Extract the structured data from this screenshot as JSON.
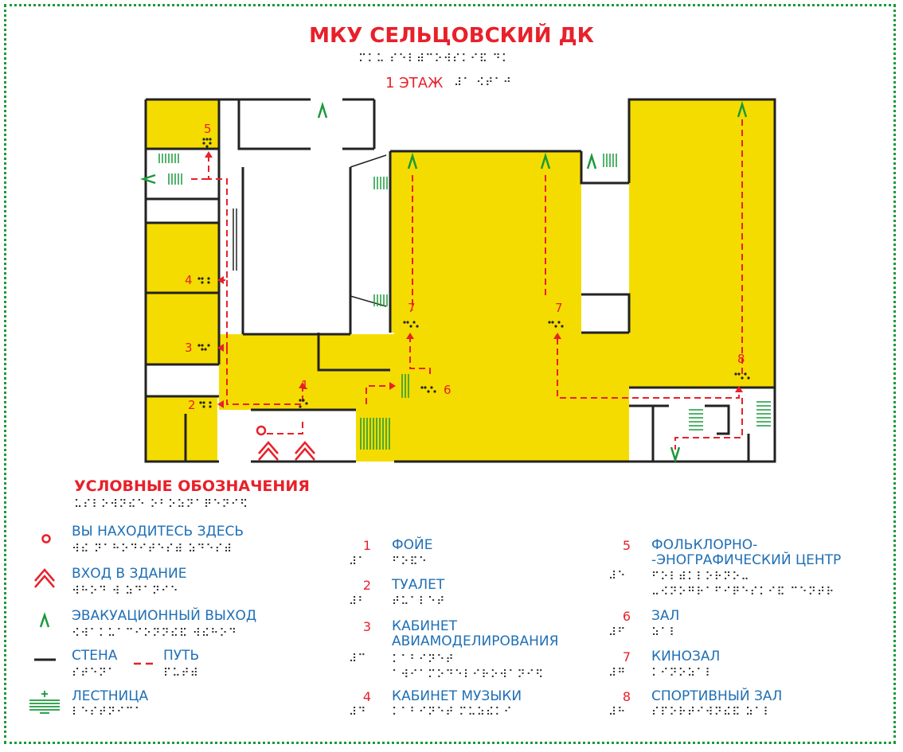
{
  "header": {
    "title": "МКУ СЕЛЬЦОВСКИЙ ДК",
    "title_braille": "⠍⠅⠥ ⠎⠑⠇⠾⠉⠕⠺⠎⠅⠊⠯ ⠙⠅",
    "floor": "1 ЭТАЖ",
    "floor_braille": "⠼⠁ ⠪⠞⠁⠚"
  },
  "plan": {
    "room_numbers": [
      {
        "id": "5",
        "label": "5"
      },
      {
        "id": "4",
        "label": "4"
      },
      {
        "id": "3",
        "label": "3"
      },
      {
        "id": "2",
        "label": "2"
      },
      {
        "id": "1",
        "label": "1"
      },
      {
        "id": "6",
        "label": "6"
      },
      {
        "id": "7a",
        "label": "7"
      },
      {
        "id": "7b",
        "label": "7"
      },
      {
        "id": "8",
        "label": "8"
      }
    ],
    "colors": {
      "room_fill": "#f5dc00",
      "wall": "#222222",
      "path": "#e8202a",
      "exit": "#1a9a3a",
      "stairs": "#1a9a3a",
      "you_are_here": "#e8202a"
    }
  },
  "legend": {
    "title": "УСЛОВНЫЕ ОБОЗНАЧЕНИЯ",
    "title_braille": "⠥⠎⠇⠕⠺⠝⠮⠑ ⠕⠃⠕⠵⠝⠁⠟⠑⠝⠊⠫",
    "symbols": [
      {
        "icon": "you-are-here-icon",
        "label": "ВЫ НАХОДИТЕСЬ ЗДЕСЬ",
        "braille": "⠺⠮ ⠝⠁⠓⠕⠙⠊⠞⠑⠎⠾ ⠵⠙⠑⠎⠾"
      },
      {
        "icon": "entrance-icon",
        "label": "ВХОД В ЗДАНИЕ",
        "braille": "⠺⠓⠕⠙ ⠺ ⠵⠙⠁⠝⠊⠑"
      },
      {
        "icon": "evacuation-exit-icon",
        "label": "ЭВАКУАЦИОННЫЙ ВЫХОД",
        "braille": "⠪⠺⠁⠅⠥⠁⠉⠊⠕⠝⠝⠮⠯ ⠺⠮⠓⠕⠙"
      },
      {
        "icon": "wall-icon",
        "label": "СТЕНА",
        "braille": "⠎⠞⠑⠝⠁"
      },
      {
        "icon": "path-icon",
        "label": "ПУТЬ",
        "braille": "⠏⠥⠞⠾"
      },
      {
        "icon": "stairs-icon",
        "label": "ЛЕСТНИЦА",
        "braille": "⠇⠑⠎⠞⠝⠊⠉⠁"
      }
    ],
    "rooms": [
      {
        "num": "1",
        "label": "ФОЙЕ",
        "braille_num": "⠼⠁",
        "braille": "⠋⠕⠯⠑"
      },
      {
        "num": "2",
        "label": "ТУАЛЕТ",
        "braille_num": "⠼⠃",
        "braille": "⠞⠥⠁⠇⠑⠞"
      },
      {
        "num": "3",
        "label": "КАБИНЕТ\nАВИАМОДЕЛИРОВАНИЯ",
        "braille_num": "⠼⠉",
        "braille": "⠅⠁⠃⠊⠝⠑⠞\n⠁⠺⠊⠁⠍⠕⠙⠑⠇⠊⠗⠕⠺⠁⠝⠊⠫"
      },
      {
        "num": "4",
        "label": "КАБИНЕТ МУЗЫКИ",
        "braille_num": "⠼⠙",
        "braille": "⠅⠁⠃⠊⠝⠑⠞ ⠍⠥⠵⠮⠅⠊"
      },
      {
        "num": "5",
        "label": "ФОЛЬКЛОРНО-\n-ЭНОГРАФИЧЕСКИЙ ЦЕНТР",
        "braille_num": "⠼⠑",
        "braille": "⠋⠕⠇⠾⠅⠇⠕⠗⠝⠕⠤\n⠤⠪⠝⠕⠛⠗⠁⠋⠊⠟⠑⠎⠅⠊⠯ ⠉⠑⠝⠞⠗"
      },
      {
        "num": "6",
        "label": "ЗАЛ",
        "braille_num": "⠼⠋",
        "braille": "⠵⠁⠇"
      },
      {
        "num": "7",
        "label": "КИНОЗАЛ",
        "braille_num": "⠼⠛",
        "braille": "⠅⠊⠝⠕⠵⠁⠇"
      },
      {
        "num": "8",
        "label": "СПОРТИВНЫЙ ЗАЛ",
        "braille_num": "⠼⠓",
        "braille": "⠎⠏⠕⠗⠞⠊⠺⠝⠮⠯ ⠵⠁⠇"
      }
    ]
  }
}
